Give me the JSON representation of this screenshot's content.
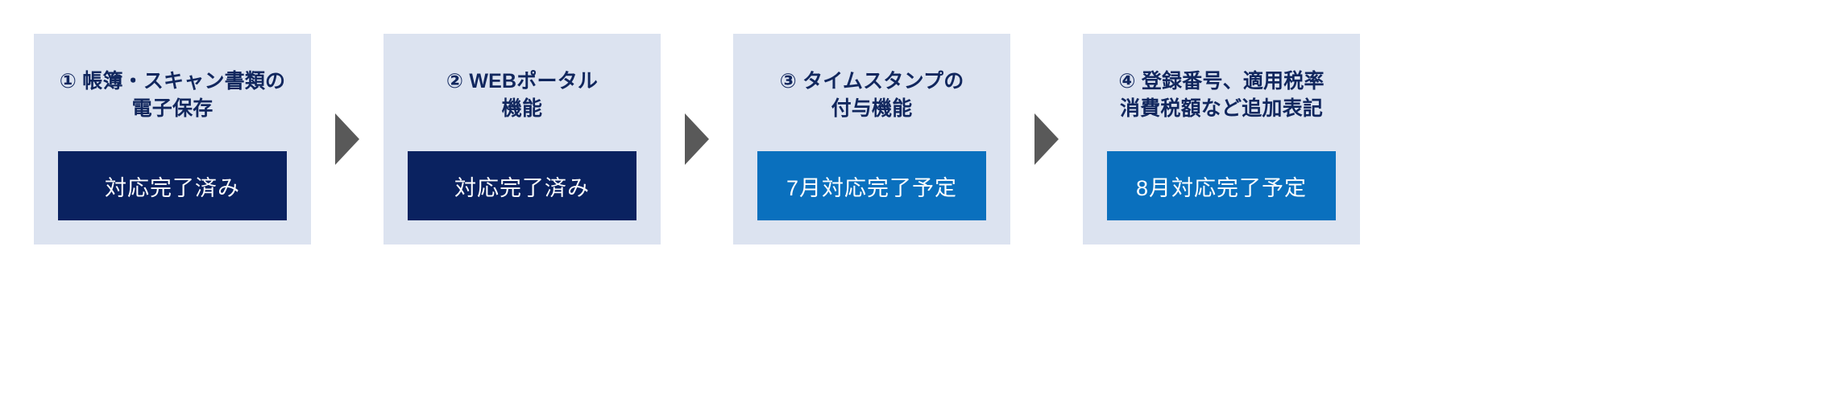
{
  "diagram": {
    "type": "process-flow",
    "orientation": "horizontal",
    "colors": {
      "card_background": "#dce3f0",
      "title_text": "#11275e",
      "badge_done": "#0a2260",
      "badge_planned": "#0a70be",
      "badge_text": "#ffffff",
      "arrow": "#595959",
      "page_background": "#ffffff"
    },
    "steps": [
      {
        "marker": "①",
        "title_line1": "① 帳簿・スキャン書類の",
        "title_line2": "電子保存",
        "badge_label": "対応完了済み",
        "badge_status": "done"
      },
      {
        "marker": "②",
        "title_line1": "② WEBポータル",
        "title_line2": "機能",
        "badge_label": "対応完了済み",
        "badge_status": "done"
      },
      {
        "marker": "③",
        "title_line1": "③ タイムスタンプの",
        "title_line2": "付与機能",
        "badge_label": "7月対応完了予定",
        "badge_status": "planned"
      },
      {
        "marker": "④",
        "title_line1": "④ 登録番号、適用税率",
        "title_line2": "消費税額など追加表記",
        "badge_label": "8月対応完了予定",
        "badge_status": "planned"
      }
    ],
    "arrows": [
      {
        "name": "arrow-1-to-2",
        "glyph": "triangle-right-icon"
      },
      {
        "name": "arrow-2-to-3",
        "glyph": "triangle-right-icon"
      },
      {
        "name": "arrow-3-to-4",
        "glyph": "triangle-right-icon"
      }
    ]
  }
}
